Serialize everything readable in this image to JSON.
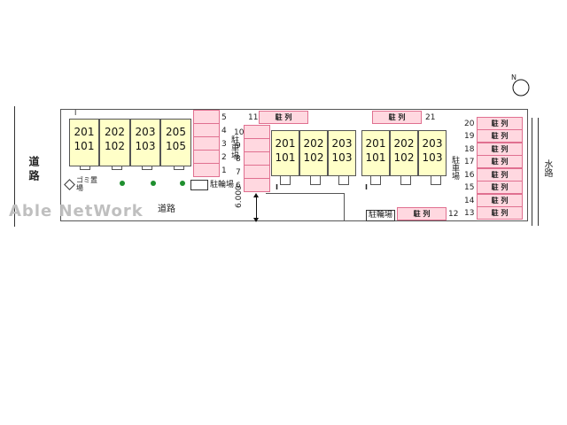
{
  "labels": {
    "road_left": "道路",
    "road_bottom": "道路",
    "waterway": "水路",
    "trash": "ゴミ置場",
    "bike_left": "駐輪場",
    "bike_right": "駐輪場",
    "parking_v1": "駐車場",
    "parking_v2": "駐車場",
    "dimension": "6.000",
    "watermark": "Able NetWork",
    "north": "N"
  },
  "building_a": [
    {
      "top": "201",
      "bottom": "101"
    },
    {
      "top": "202",
      "bottom": "102"
    },
    {
      "top": "203",
      "bottom": "103"
    },
    {
      "top": "205",
      "bottom": "105"
    }
  ],
  "building_b": [
    {
      "top": "201",
      "bottom": "101"
    },
    {
      "top": "202",
      "bottom": "102"
    },
    {
      "top": "203",
      "bottom": "103"
    }
  ],
  "building_c": [
    {
      "top": "201",
      "bottom": "101"
    },
    {
      "top": "202",
      "bottom": "102"
    },
    {
      "top": "203",
      "bottom": "103"
    }
  ],
  "parking_col1_numbers": [
    "5",
    "4",
    "3",
    "2",
    "1"
  ],
  "parking_col2_numbers": [
    "10",
    "9",
    "8",
    "7",
    "6"
  ],
  "parking_top_left": {
    "number": "11",
    "label": "駐 列"
  },
  "parking_top_right": {
    "number": "21",
    "label": "駐 列"
  },
  "parking_bottom": {
    "number": "12",
    "label": "駐 列"
  },
  "parking_right": [
    {
      "number": "20",
      "label": "駐 列"
    },
    {
      "number": "19",
      "label": "駐 列"
    },
    {
      "number": "18",
      "label": "駐 列"
    },
    {
      "number": "17",
      "label": "駐 列"
    },
    {
      "number": "16",
      "label": "駐 列"
    },
    {
      "number": "15",
      "label": "駐 列"
    },
    {
      "number": "14",
      "label": "駐 列"
    },
    {
      "number": "13",
      "label": "駐 列"
    }
  ],
  "colors": {
    "unit_fill": "#ffffc8",
    "parking_fill": "#ffd8e0",
    "parking_border": "#e07090",
    "tree": "#1e8f2e"
  }
}
